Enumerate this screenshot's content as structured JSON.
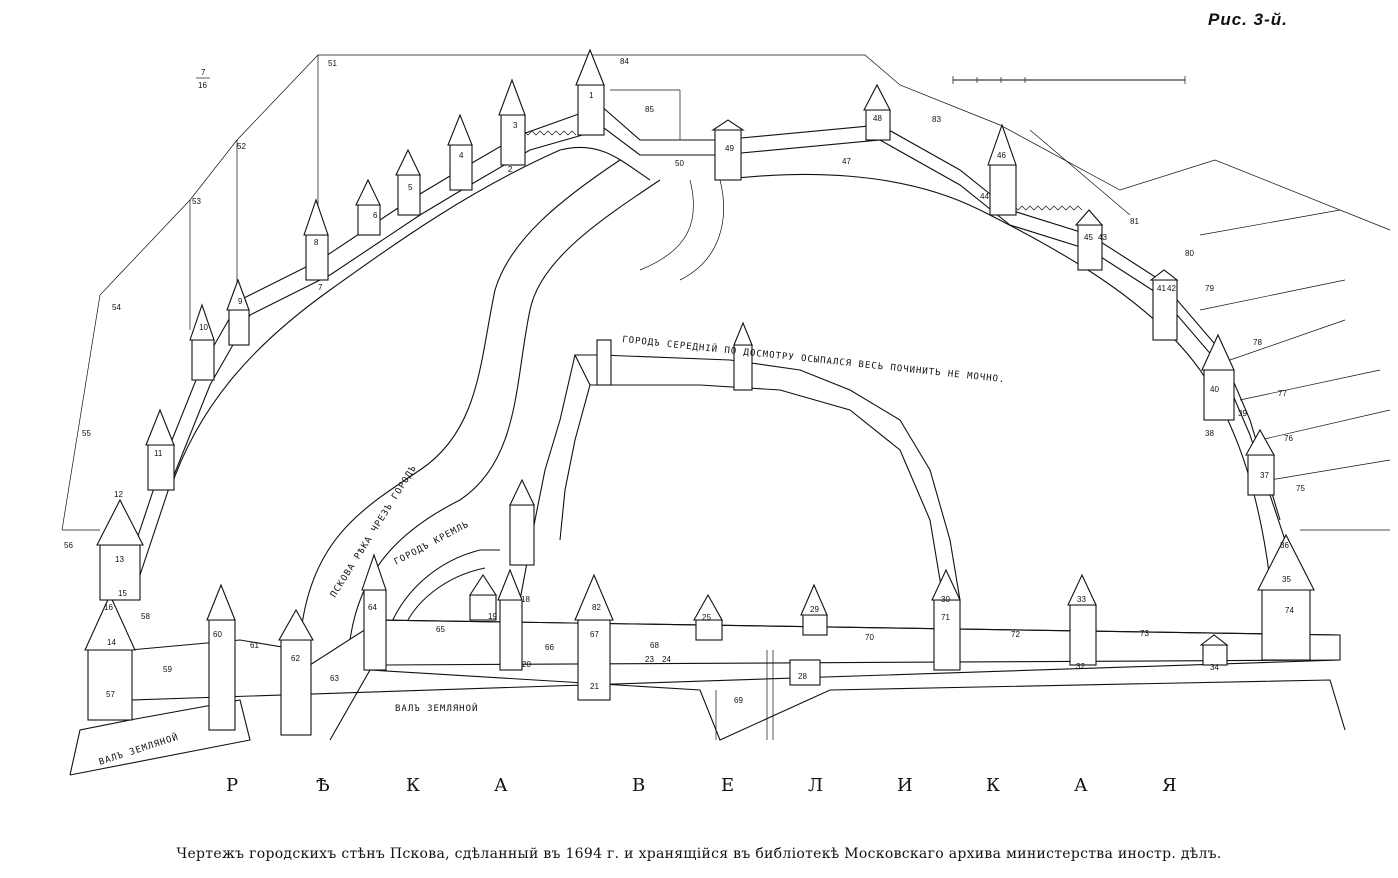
{
  "figure_label": "Рис. 3-й.",
  "scale_fraction": {
    "num": "7",
    "den": "16"
  },
  "caption": "Чертежъ городскихъ стѣнъ Пскова, сдѣланный въ 1694 г. и хранящійся въ библіотекѣ Московскаго архива министерства иностр. дѣлъ.",
  "river_velikaya_letters": [
    "Р",
    "Ѣ",
    "К",
    "А",
    "В",
    "Е",
    "Л",
    "И",
    "К",
    "А",
    "Я"
  ],
  "inscriptions": {
    "val_left": "ВАЛЪ ЗЕМЛЯНОЙ",
    "val_center": "ВАЛЪ ЗЕМЛЯНОЙ",
    "pskova_river": "ПСКОВА РѢКА ЧРЕЗЪ ГОРОДЪ",
    "kreml": "ГОРОДЪ КРЕМЛЬ",
    "middle_town": "ГОРОДЪ СЕРЕДНІЙ ПО ДОСМОТРУ ОСЫПАЛСЯ ВЕСЬ ПОЧИНИТЬ НЕ МОЧНО."
  },
  "numbers": [
    "1",
    "2",
    "3",
    "4",
    "5",
    "6",
    "7",
    "8",
    "9",
    "10",
    "11",
    "12",
    "13",
    "14",
    "15",
    "16",
    "18",
    "19",
    "20",
    "21",
    "23",
    "24",
    "25",
    "28",
    "29",
    "30",
    "32",
    "33",
    "34",
    "35",
    "36",
    "37",
    "38",
    "39",
    "40",
    "41",
    "42",
    "43",
    "44",
    "45",
    "46",
    "47",
    "48",
    "49",
    "50",
    "51",
    "52",
    "53",
    "54",
    "55",
    "56",
    "57",
    "58",
    "59",
    "60",
    "61",
    "62",
    "63",
    "64",
    "65",
    "66",
    "67",
    "68",
    "69",
    "70",
    "71",
    "72",
    "73",
    "74",
    "75",
    "76",
    "77",
    "78",
    "79",
    "80",
    "81",
    "82",
    "83",
    "84",
    "85"
  ]
}
